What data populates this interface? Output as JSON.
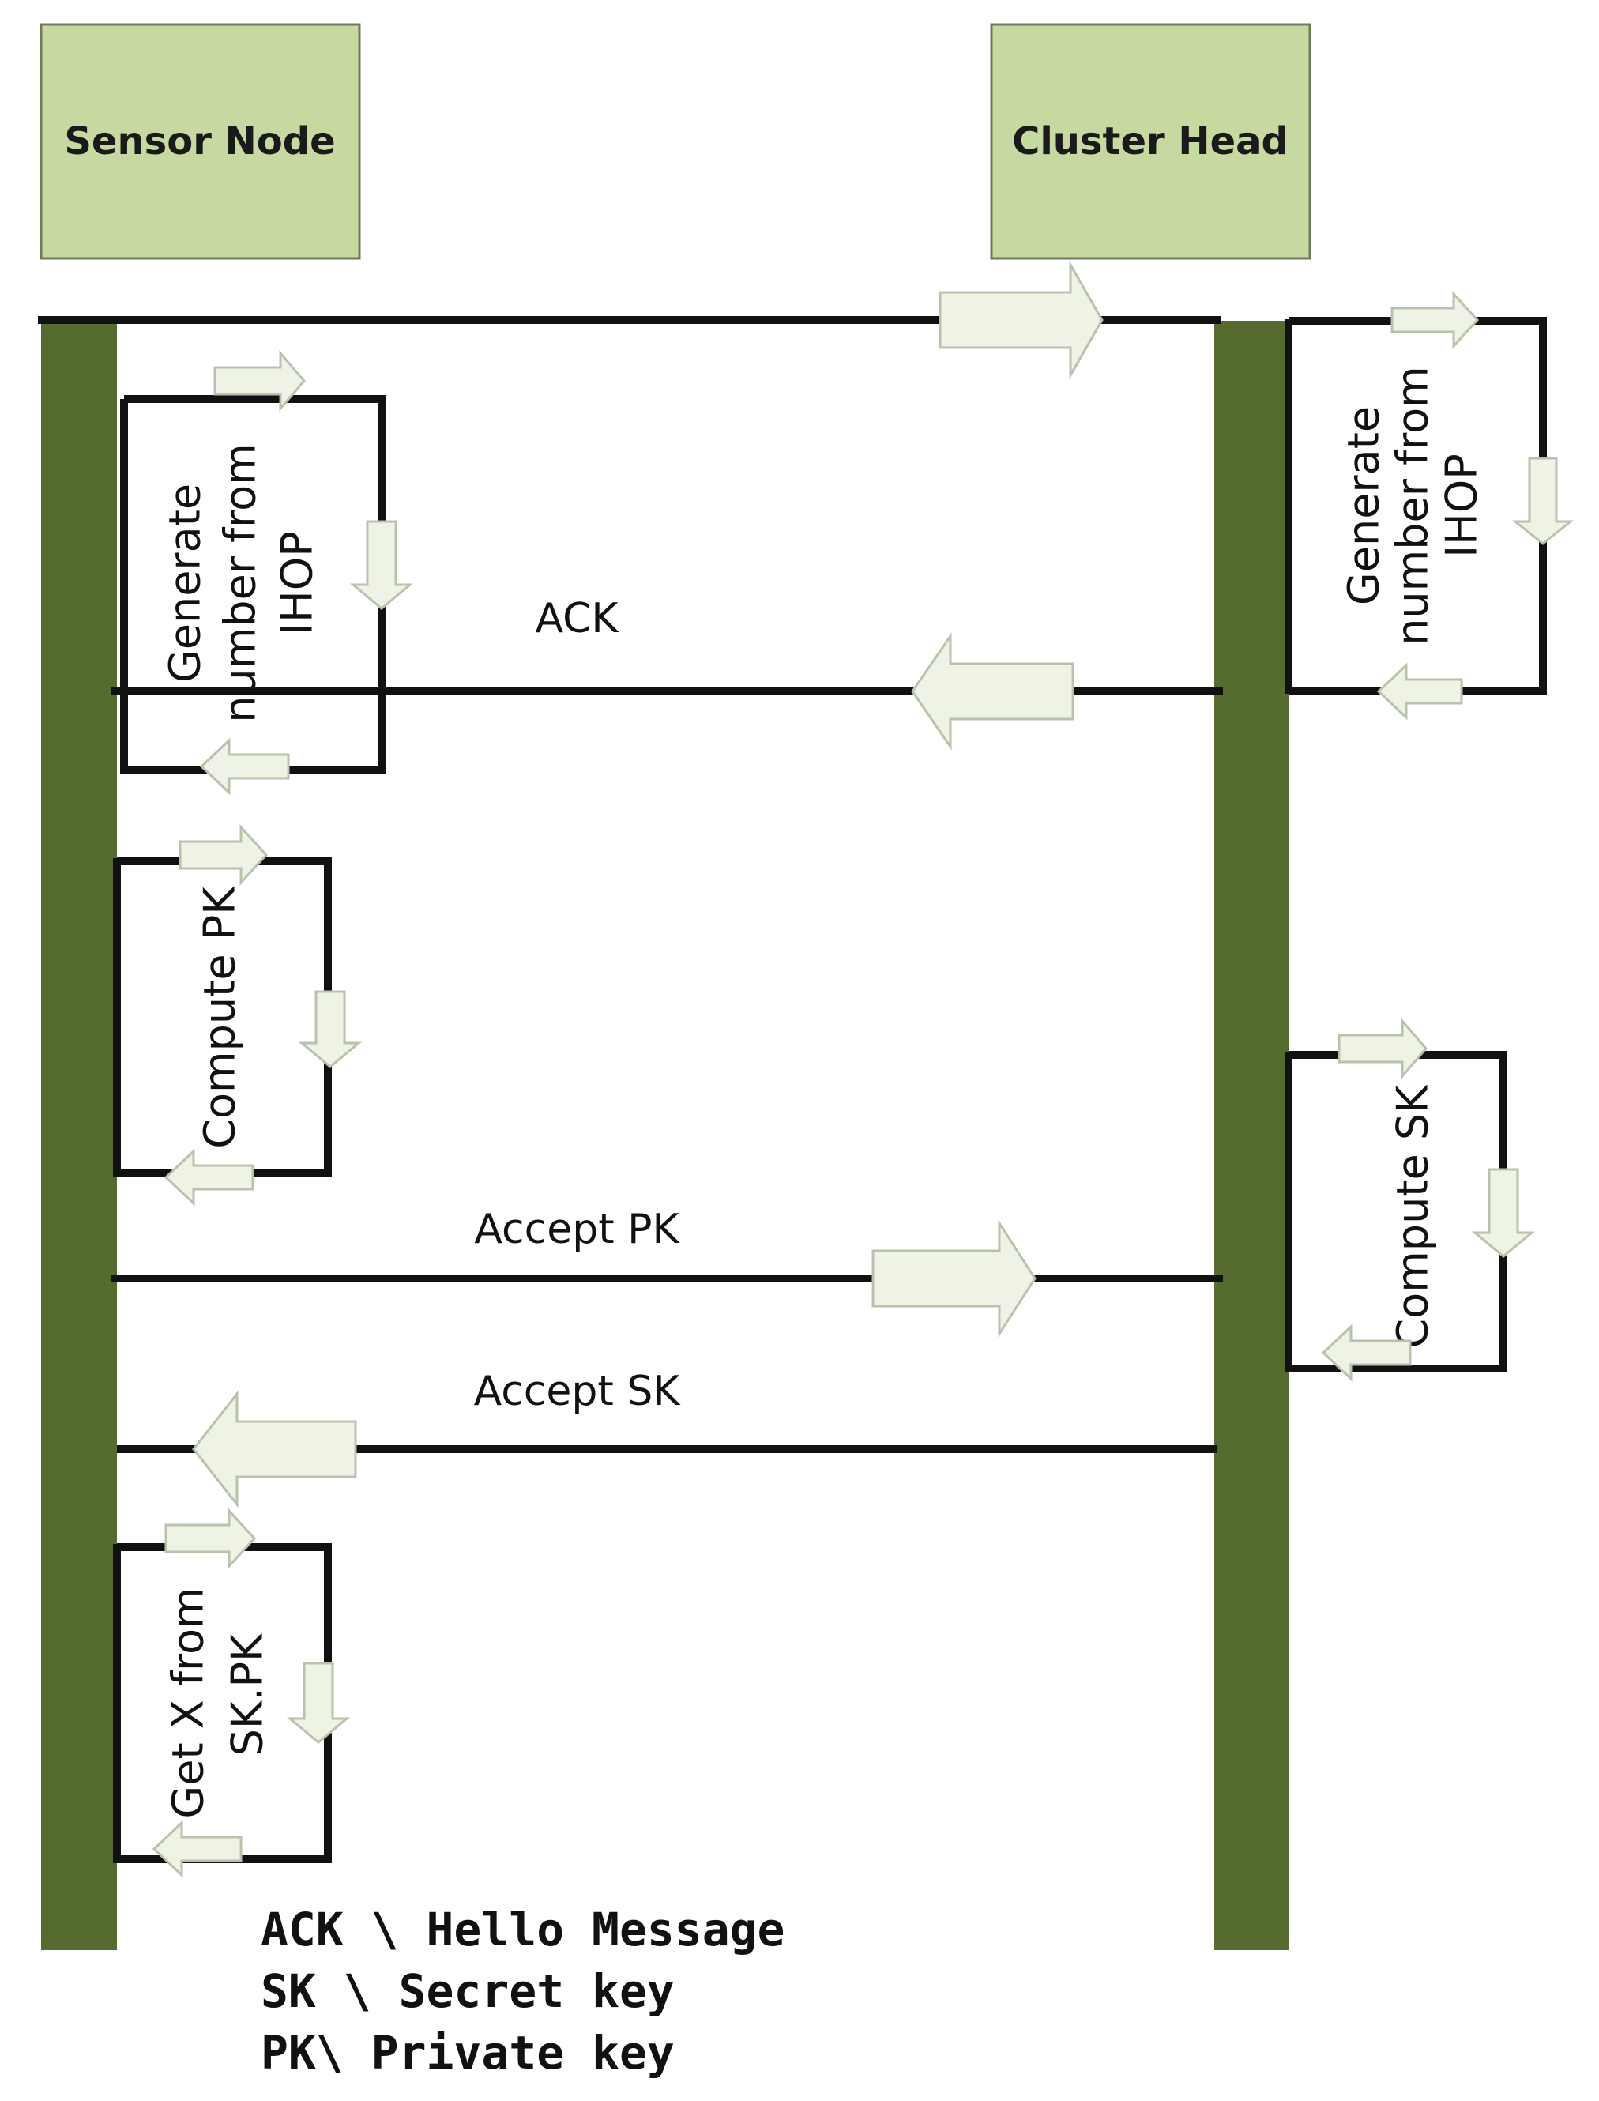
{
  "actors": {
    "sensor_node": "Sensor Node",
    "cluster_head": "Cluster Head"
  },
  "messages": {
    "ack": "ACK",
    "accept_pk": "Accept PK",
    "accept_sk": "Accept SK"
  },
  "processes": {
    "sensor_generate": [
      "Generate",
      "number from",
      "IHOP"
    ],
    "cluster_generate": [
      "Generate",
      "number from",
      "IHOP"
    ],
    "compute_pk": [
      "Compute PK"
    ],
    "compute_sk": [
      "Compute SK"
    ],
    "get_x": [
      "Get X from",
      "SK.PK"
    ]
  },
  "legend": [
    "ACK \\ Hello Message",
    "SK \\ Secret key",
    "PK\\ Private key"
  ],
  "colors": {
    "actor_fill": "#c5d9a0",
    "actor_stroke": "#6f7a5c",
    "lifeline": "#556b2f",
    "arrow_fill": "#eef3e6",
    "arrow_stroke": "#b9c2ad",
    "line": "#111111"
  }
}
